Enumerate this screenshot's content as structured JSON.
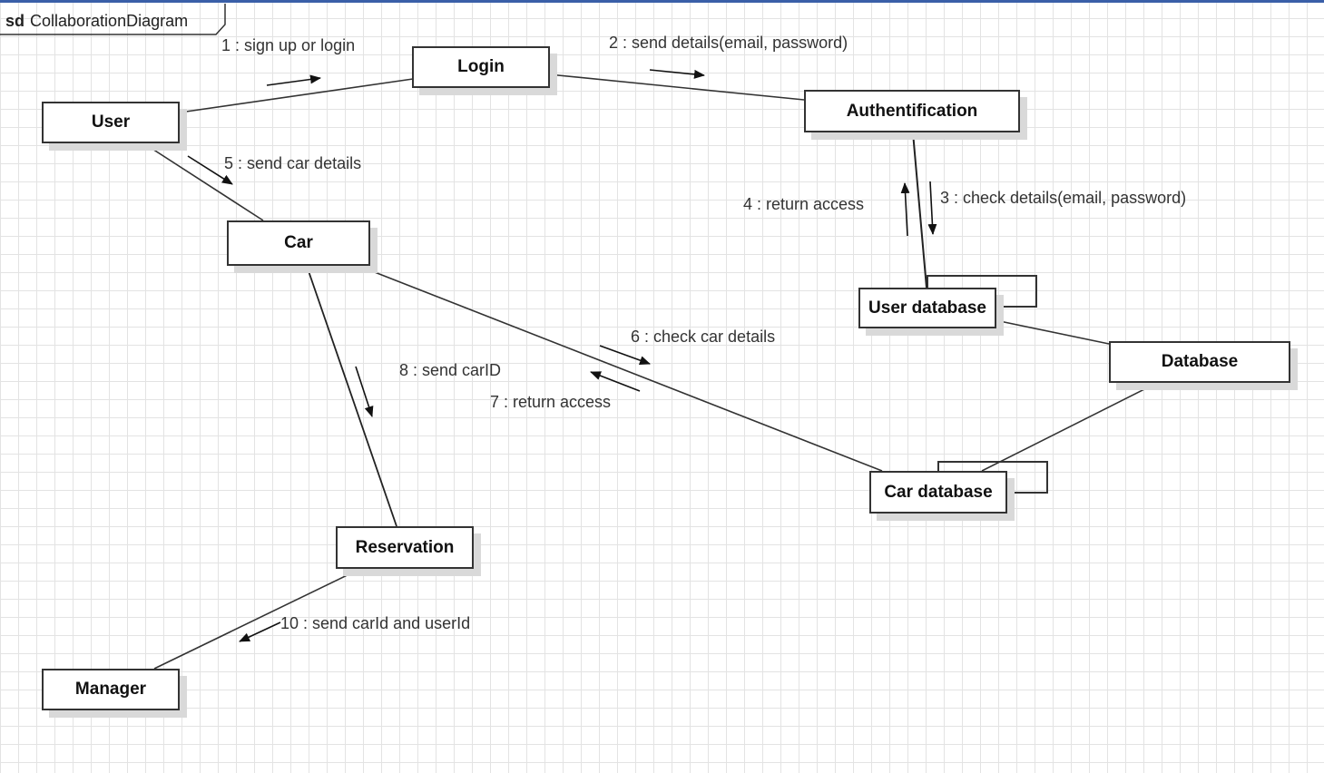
{
  "diagram": {
    "frame": {
      "keyword": "sd",
      "name": "CollaborationDiagram"
    },
    "objects": {
      "user": "User",
      "login": "Login",
      "authentification": "Authentification",
      "car": "Car",
      "user_database": "User database",
      "database": "Database",
      "car_database": "Car database",
      "reservation": "Reservation",
      "manager": "Manager"
    },
    "messages": {
      "m1": "1 : sign up or login",
      "m2": "2 : send details(email, password)",
      "m3": "3 : check details(email, password)",
      "m4": "4 : return access",
      "m5": "5 : send car details",
      "m6": "6 : check car details",
      "m7": "7 : return access",
      "m8": "8 : send carID",
      "m10": "10 : send carId and userId"
    }
  }
}
